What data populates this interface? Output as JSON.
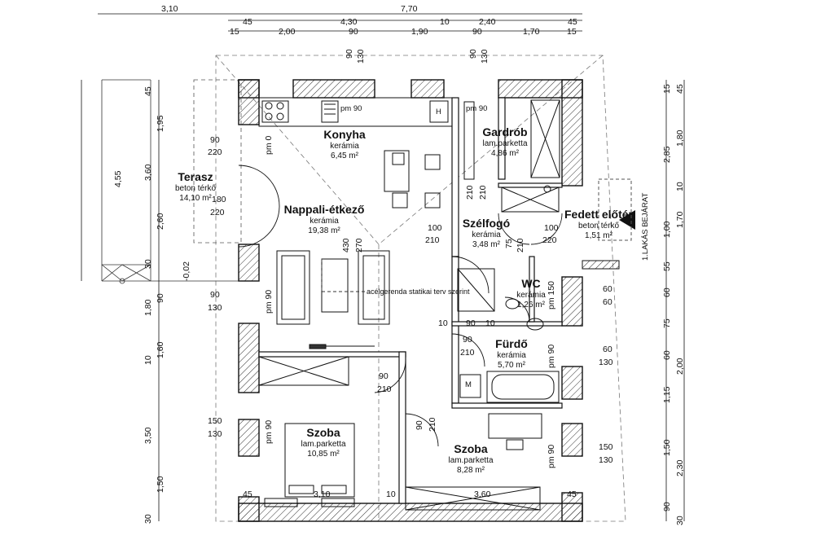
{
  "rooms": {
    "konyha": {
      "name": "Konyha",
      "floor": "kerámia",
      "area": "6,45 m²"
    },
    "gardrob": {
      "name": "Gardrób",
      "floor": "lam.parketta",
      "area": "4,86 m²"
    },
    "terasz": {
      "name": "Terasz",
      "floor": "beton térkő",
      "area": "14,10 m²"
    },
    "nappali": {
      "name": "Nappali-étkező",
      "floor": "kerámia",
      "area": "19,38 m²"
    },
    "szelfogo": {
      "name": "Szélfogó",
      "floor": "kerámia",
      "area": "3,48 m²"
    },
    "fedett": {
      "name": "Fedett előtér",
      "floor": "beton térkő",
      "area": "1,51 m²"
    },
    "wc": {
      "name": "WC",
      "floor": "kerámia",
      "area": "1,26 m²"
    },
    "furdo": {
      "name": "Fürdő",
      "floor": "kerámia",
      "area": "5,70 m²"
    },
    "szoba1": {
      "name": "Szoba",
      "floor": "lam.parketta",
      "area": "10,85 m²"
    },
    "szoba2": {
      "name": "Szoba",
      "floor": "lam.parketta",
      "area": "8,28 m²"
    }
  },
  "top_dims": {
    "r1": [
      "3,10",
      "7,70"
    ],
    "r2": [
      "45",
      "4,30",
      "10",
      "2,40",
      "45"
    ],
    "r3": [
      "15",
      "2,00",
      "90",
      "1,90",
      "90",
      "1,70",
      "15"
    ]
  },
  "left_dims": {
    "outer": "4,55",
    "inner": [
      "45",
      "1,95",
      "3,60",
      "2,60",
      "30",
      "1,80",
      "90",
      "10",
      "1,60",
      "3,50",
      "1,50",
      "30"
    ],
    "level": "-0,02"
  },
  "right_dims": {
    "outer": [
      "15",
      "1,80",
      "2,85",
      "10",
      "1,70",
      "1,00",
      "55",
      "60",
      "75",
      "60",
      "2,00",
      "1,15",
      "1,50",
      "2,30",
      "90"
    ],
    "inner": [
      "45",
      "30"
    ]
  },
  "bottom_dims": [
    "45",
    "3,10",
    "10",
    "3,60",
    "45"
  ],
  "openings": {
    "top_kitchen": [
      "90",
      "130"
    ],
    "top_gardrob": [
      "90",
      "130"
    ],
    "pm90_kitchen": "pm 90",
    "pm90_gardrob": "pm 90",
    "pm0": "pm 0",
    "terrace_win": [
      "90",
      "220"
    ],
    "terrace_door": [
      "180",
      "220"
    ],
    "nappali_win": [
      "90",
      "130"
    ],
    "nappali_pm": "pm 90",
    "szoba1_win": [
      "150",
      "130"
    ],
    "szoba1_pm": "pm 90",
    "szoba2_win": [
      "150",
      "130"
    ],
    "szoba2_pm": "pm 90",
    "furdo_win": [
      "60",
      "130"
    ],
    "furdo_pm": "pm 90",
    "wc_win": [
      "60",
      "60"
    ],
    "wc_pm": "pm 150",
    "wc_door": [
      "60",
      "60"
    ],
    "szelfogo_door": [
      "100",
      "210"
    ],
    "entry_door": [
      "100",
      "220"
    ],
    "gardrob_door_v": [
      "75",
      "210"
    ],
    "furdo_door": [
      "90",
      "210"
    ],
    "szoba1_door": [
      "90",
      "210"
    ],
    "szoba2_door": [
      "90",
      "210"
    ],
    "wc_door_small": [
      "75",
      "210"
    ],
    "bath_small": [
      "10",
      "90",
      "10"
    ],
    "nappali_mid": [
      "430",
      "270"
    ],
    "gardrob_mid": [
      "210",
      "210"
    ]
  },
  "labels": {
    "beam_note": "acélgerenda statikai terv szerint",
    "entrance": "1.LAKÁS BEJÁRAT",
    "hood": "H",
    "washer": "M",
    "pm90_small": "pm 90",
    "kitchen_pm": "pm 90"
  }
}
